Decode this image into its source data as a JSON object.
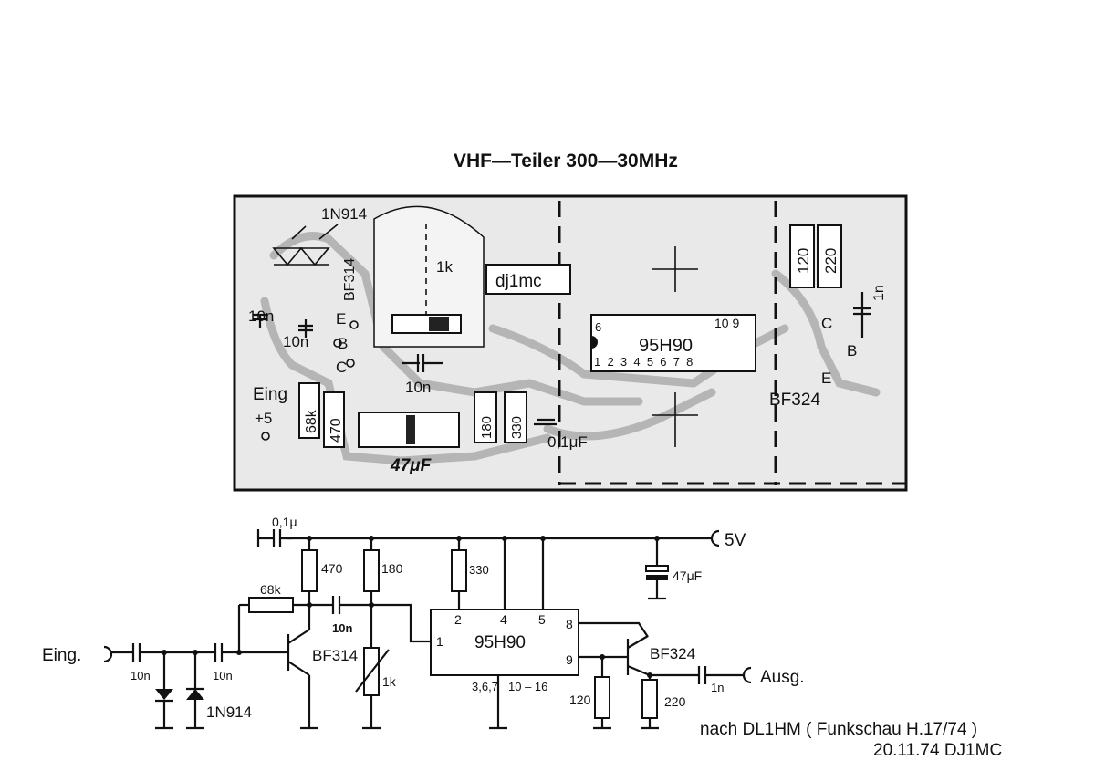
{
  "title": "VHF—Teiler 300—30MHz",
  "layout_labels": {
    "diode": "1N914",
    "transistor_in": "BF314",
    "pot": "1k",
    "callsign_box": "dj1mc",
    "cap_10n_a": "10n",
    "cap_10n_b": "10n",
    "cap_10n_c": "10n",
    "pin_e": "E",
    "pin_b": "B",
    "pin_c": "C",
    "input": "Eing",
    "supply": "+5",
    "r68k": "68k",
    "r470": "470",
    "elko": "47μF",
    "r180": "180",
    "r330": "330",
    "cap_01": "0,1μF",
    "ic": "95H90",
    "ic_pins_top": "10 9",
    "ic_pin6": "6",
    "ic_pins_bottom": "1  2  3  4  5  6  7  8",
    "r120": "120",
    "r220": "220",
    "cap_1n": "1n",
    "out_c": "C",
    "out_b": "B",
    "out_e": "E",
    "transistor_out": "BF324"
  },
  "schematic_labels": {
    "cap_01": "0,1μ",
    "supply": "5V",
    "r470": "470",
    "r180": "180",
    "r330": "330",
    "elko": "47μF",
    "r68k": "68k",
    "cap_10n_coupling": "10n",
    "input": "Eing.",
    "cap_10n_in1": "10n",
    "cap_10n_in2": "10n",
    "diode": "1N914",
    "transistor_in": "BF314",
    "pot": "1k",
    "ic": "95H90",
    "ic_pin1": "1",
    "ic_pin2": "2",
    "ic_pin4": "4",
    "ic_pin5": "5",
    "ic_pin8": "8",
    "ic_pin9": "9",
    "ic_pins_gnd": "3,6,7",
    "ic_pins_nc": "10 – 16",
    "transistor_out": "BF324",
    "cap_1n": "1n",
    "output": "Ausg.",
    "r120": "120",
    "r220": "220"
  },
  "footer": {
    "credit": "nach DL1HM ( Funkschau H.17/74 )",
    "date_sign": "20.11.74 DJ1MC"
  }
}
